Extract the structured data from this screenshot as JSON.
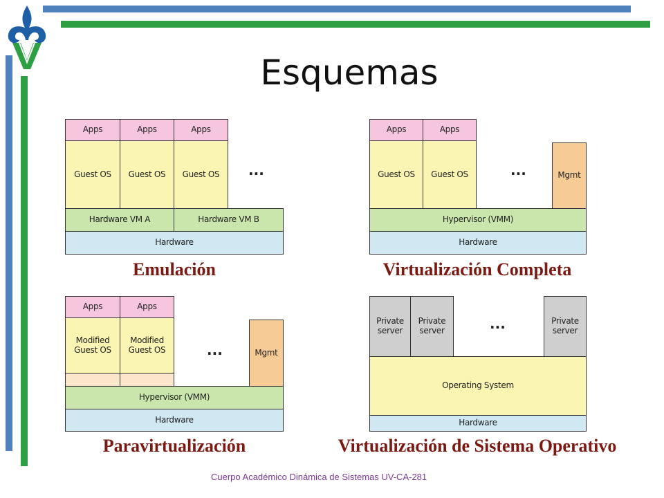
{
  "slide": {
    "title": "Esquemas",
    "footer": "Cuerpo Académico Dinámica de Sistemas UV-CA-281"
  },
  "colors": {
    "caption": "#7a1a12",
    "accent_blue": "#4f81bd",
    "accent_green": "#2ea043",
    "footer": "#7b3a96"
  },
  "logo": {
    "icon": "fleur-de-lis-v-logo"
  },
  "diagrams": {
    "emulacion": {
      "caption": "Emulación",
      "apps": [
        "Apps",
        "Apps",
        "Apps"
      ],
      "guests": [
        "Guest OS",
        "Guest OS",
        "Guest OS"
      ],
      "ellipsis": "...",
      "hw_vm_a": "Hardware VM A",
      "hw_vm_b": "Hardware VM B",
      "hardware": "Hardware"
    },
    "completa": {
      "caption": "Virtualización Completa",
      "apps": [
        "Apps",
        "Apps"
      ],
      "guests": [
        "Guest OS",
        "Guest OS"
      ],
      "ellipsis": "...",
      "mgmt": "Mgmt",
      "hypervisor": "Hypervisor (VMM)",
      "hardware": "Hardware"
    },
    "para": {
      "caption": "Paravirtualización",
      "apps": [
        "Apps",
        "Apps"
      ],
      "guests": [
        "Modified Guest OS",
        "Modified Guest OS"
      ],
      "ellipsis": "...",
      "mgmt": "Mgmt",
      "hypervisor": "Hypervisor (VMM)",
      "hardware": "Hardware"
    },
    "so": {
      "caption": "Virtualización de Sistema Operativo",
      "servers": [
        "Private server",
        "Private server",
        "Private server"
      ],
      "ellipsis": "...",
      "os": "Operating System",
      "hardware": "Hardware"
    }
  }
}
